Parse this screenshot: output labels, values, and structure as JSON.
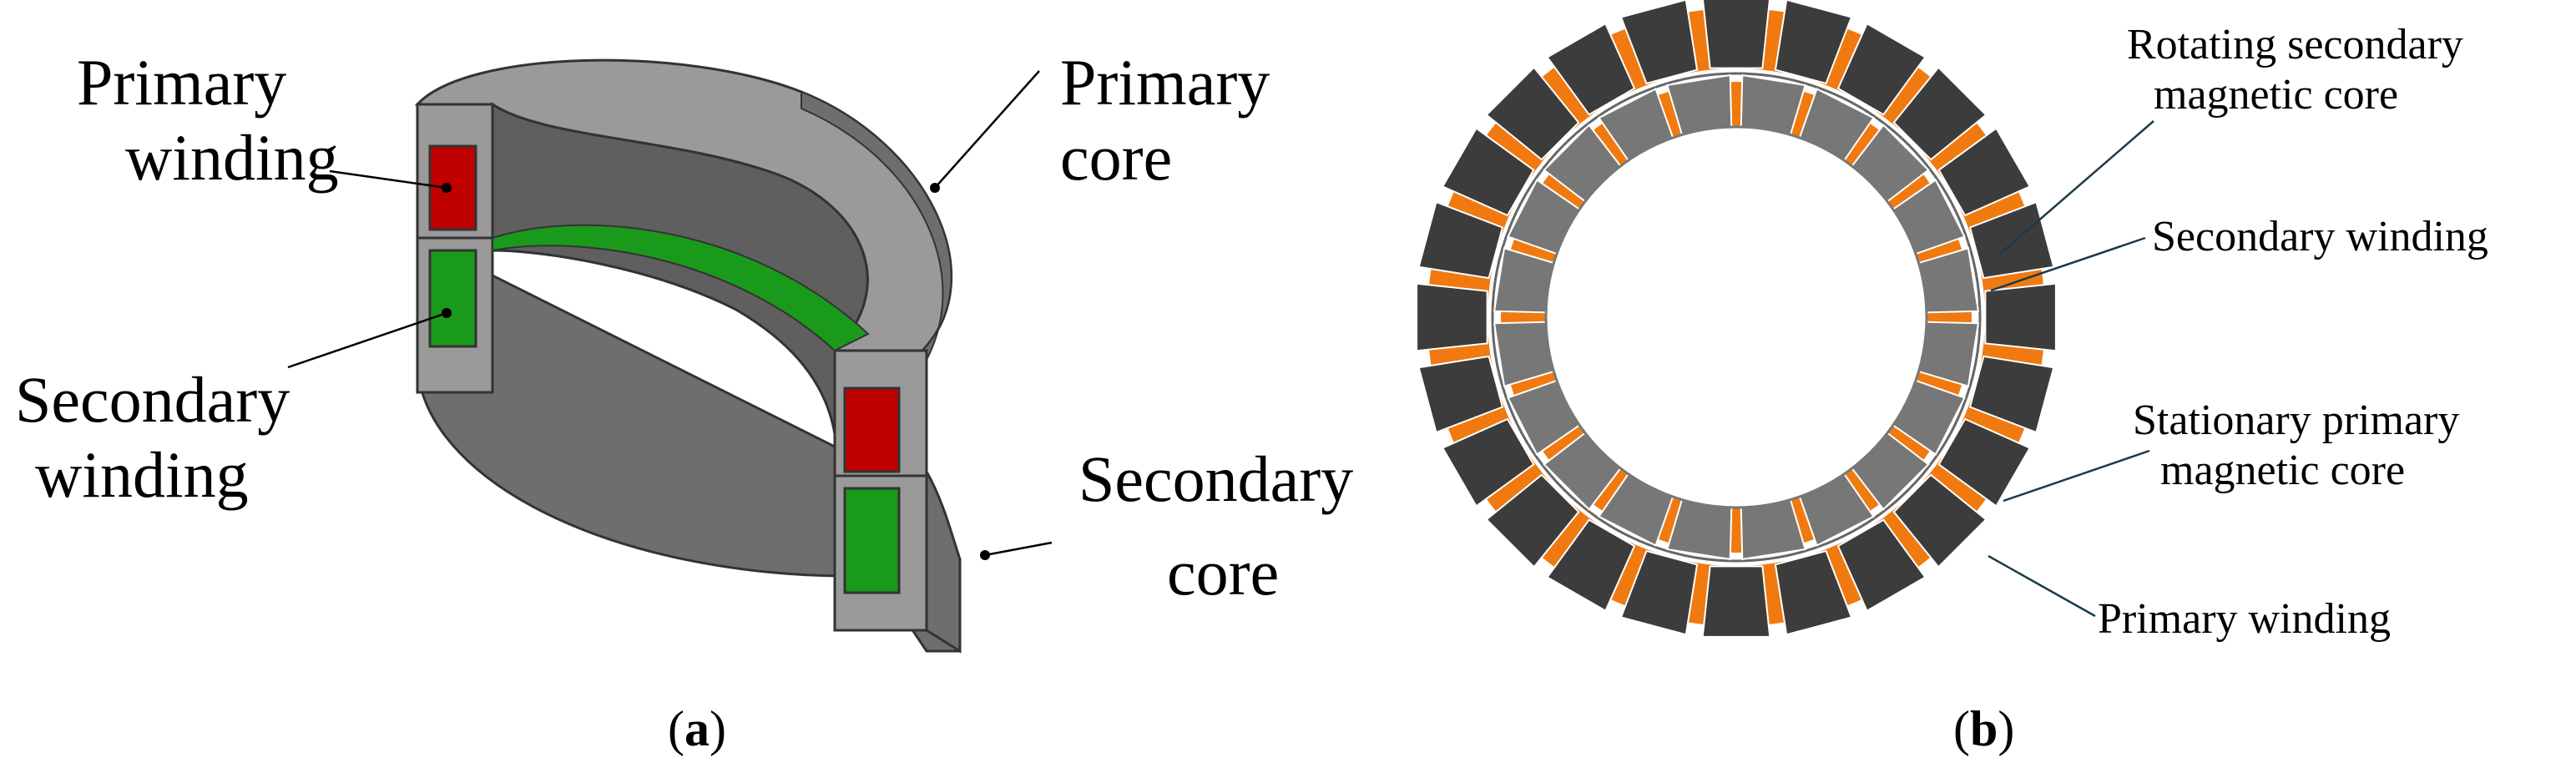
{
  "panel_a": {
    "label_primary_winding": [
      "Primary",
      "winding"
    ],
    "label_primary_core": [
      "Primary",
      "core"
    ],
    "label_secondary_winding": [
      "Secondary",
      "winding"
    ],
    "label_secondary_core": [
      "Secondary",
      "core"
    ],
    "caption_open": "(",
    "caption_letter": "a",
    "caption_close": ")"
  },
  "panel_b": {
    "label_rotating_core": [
      "Rotating secondary",
      "magnetic core"
    ],
    "label_secondary_winding": "Secondary winding",
    "label_stationary_core": [
      "Stationary primary",
      "magnetic core"
    ],
    "label_primary_winding": "Primary winding",
    "caption_open": "(",
    "caption_letter": "b",
    "caption_close": ")",
    "slots_outer": 24,
    "slots_inner": 20
  },
  "colors": {
    "core_top": "#9a9a9a",
    "core_front": "#6e6e6e",
    "core_inner": "#5f5f5f",
    "primary_winding": "#c00000",
    "secondary_winding": "#1a9a1a",
    "stator_teeth": "#3c3c3c",
    "rotor_teeth": "#777777",
    "winding_orange": "#f07a10"
  }
}
